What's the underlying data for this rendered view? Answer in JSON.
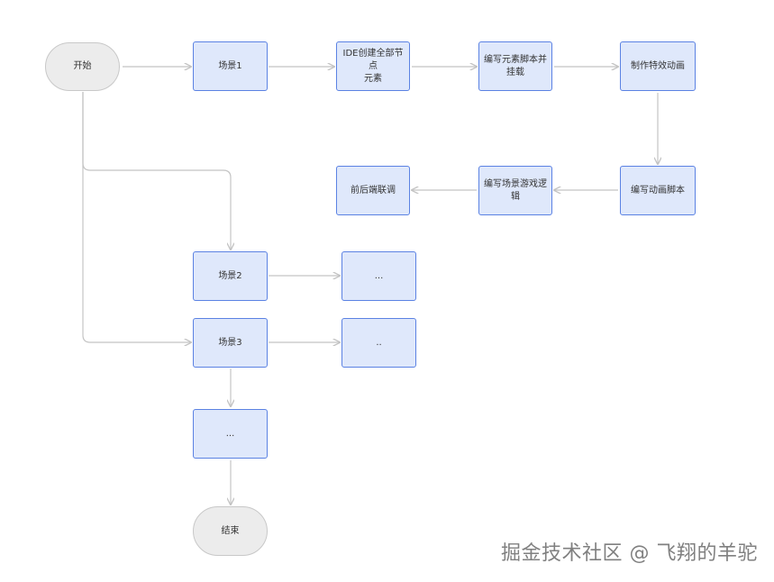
{
  "nodes": {
    "start": "开始",
    "scene1": "场景1",
    "ide_create": "IDE创建全部节点\n元素",
    "write_element_script": "编写元素脚本并\n挂载",
    "make_effects": "制作特效动画",
    "write_anim_script": "编写动画脚本",
    "write_scene_logic": "编写场景游戏逻\n辑",
    "frontend_backend": "前后端联调",
    "scene2": "场景2",
    "scene2_more": "...",
    "scene3": "场景3",
    "scene3_more": "..",
    "more_scenes": "...",
    "end": "结束"
  },
  "watermark": "掘金技术社区 @ 飞翔的羊驼",
  "colors": {
    "process_fill": "#dfe8fb",
    "process_border": "#5b82e3",
    "terminal_fill": "#ececec",
    "terminal_border": "#c8c8c8",
    "edge": "#c4c4c4"
  }
}
